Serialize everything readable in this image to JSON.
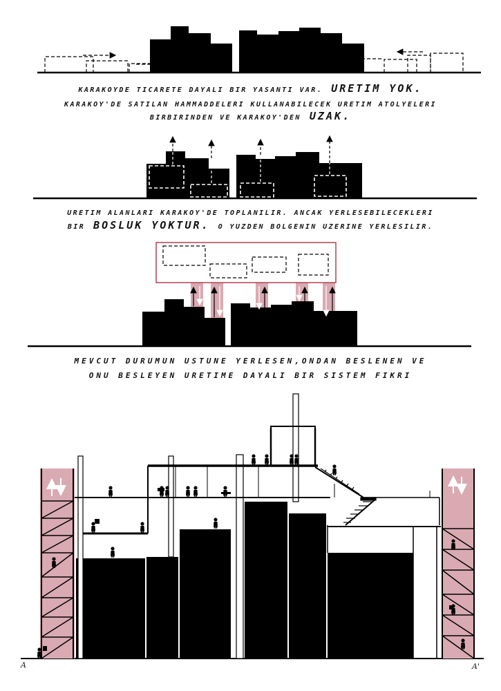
{
  "captions": {
    "c1": {
      "line1_a": "KARAKOYDE TICARETE DAYALI BIR YASANTI VAR.",
      "line1_b": "URETIM YOK.",
      "line2": "KARAKOY'DE SATILAN HAMMADDELERI KULLANABILECEK URETIM ATOLYELERI",
      "line3_a": "BIRBIRINDEN VE KARAKOY'DEN",
      "line3_b": "UZAK."
    },
    "c2": {
      "line1": "URETIM ALANLARI KARAKOY'DE TOPLANILIR. ANCAK YERLESEBILECEKLERI",
      "line2_a": "BIR",
      "line2_b": "BOSLUK YOKTUR.",
      "line2_c": "O YUZDEN BOLGENIN UZERINE YERLESILIR."
    },
    "c3": {
      "line1": "MEVCUT DURUMUN USTUNE YERLESEN,ONDAN BESLENEN VE",
      "line2": "ONU BESLEYEN URETIME DAYALI BIR SISTEM FIKRI"
    }
  },
  "section_labels": {
    "left": "A",
    "right": "A'"
  },
  "colors": {
    "ink": "#000000",
    "pink": "#d9aab2",
    "frame": "#b3414f"
  },
  "icons": [
    "up-arrow-icon",
    "down-arrow-icon",
    "person-icon"
  ]
}
